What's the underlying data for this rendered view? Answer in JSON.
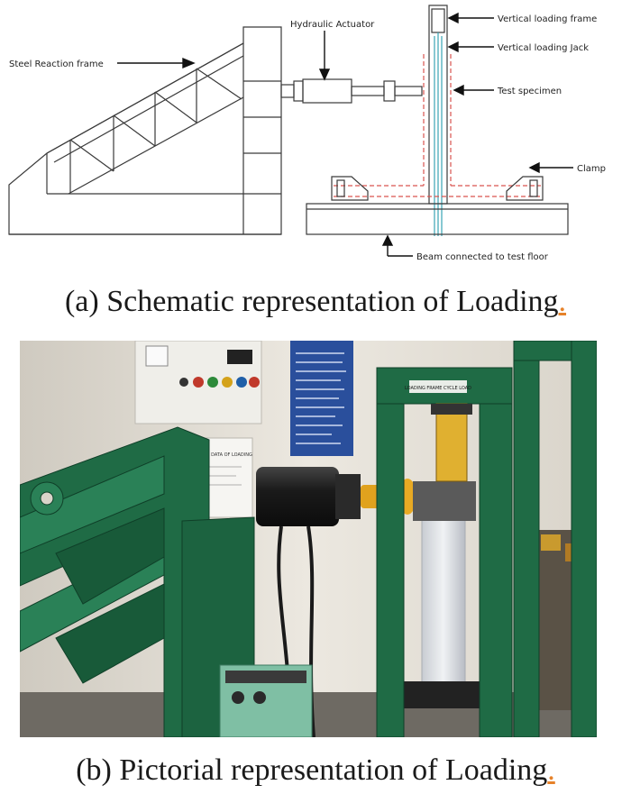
{
  "schematic": {
    "labels": {
      "steel_reaction_frame": "Steel Reaction frame",
      "hydraulic_actuator": "Hydraulic Actuator",
      "vertical_loading_frame": "Vertical loading frame",
      "vertical_loading_jack": "Vertical loading Jack",
      "test_specimen": "Test specimen",
      "clamp": "Clamp",
      "beam_connected": "Beam connected to test floor"
    },
    "colors": {
      "line": "#3a3a3a",
      "specimen": "#d9534f",
      "jack": "#38a3b5"
    }
  },
  "captions": {
    "a": "(a)  Schematic representation of Loading",
    "b": "(b)  Pictorial representation of Loading",
    "dot": "."
  },
  "photo": {
    "panel_label": "LOADING FRAME CYCLE LOAD",
    "notice_title": "TECHNICAL DATA OF LOADING",
    "colors": {
      "frame_green": "#1f6b45",
      "wall": "#e8e4dc",
      "actuator_yellow": "#e0a21e",
      "specimen": "#e4e6ea",
      "poster_blue": "#2a4f9c"
    }
  }
}
